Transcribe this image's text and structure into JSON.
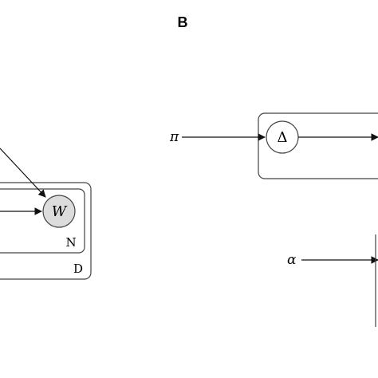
{
  "panel_b_label": "B",
  "left": {
    "observed_node_label": "W",
    "inner_plate_label": "N",
    "outer_plate_label": "D",
    "observed_node_fill": "#dcdcdc"
  },
  "right": {
    "pi_label": "π",
    "delta_node_label": "Δ",
    "alpha_label": "α",
    "node_fill": "#ffffff"
  },
  "colors": {
    "stroke": "#111111",
    "plate_stroke": "#444444"
  }
}
